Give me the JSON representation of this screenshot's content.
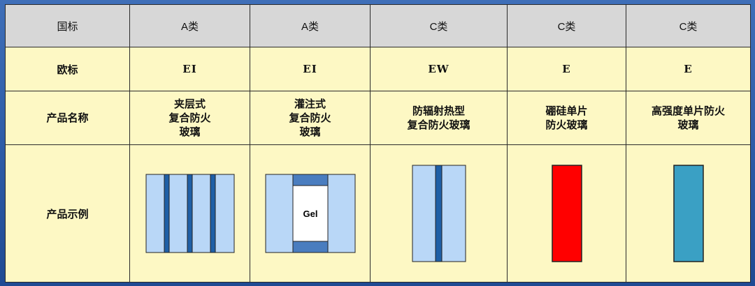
{
  "table": {
    "headers": [
      "国标",
      "A类",
      "A类",
      "C类",
      "C类",
      "C类"
    ],
    "rows": {
      "standard": {
        "label": "欧标",
        "values": [
          "EI",
          "EI",
          "EW",
          "E",
          "E"
        ]
      },
      "product_name": {
        "label": "产品名称",
        "values": [
          "夹层式\n复合防火\n玻璃",
          "灌注式\n复合防火\n玻璃",
          "防辐射热型\n复合防火玻璃",
          "硼硅单片\n防火玻璃",
          "高强度单片防火\n玻璃"
        ]
      },
      "sample": {
        "label": "产品示例",
        "gel_label": "Gel",
        "icons": [
          "laminated-glass-icon",
          "gel-filled-glass-icon",
          "radiation-shield-glass-icon",
          "borosilicate-glass-icon",
          "high-strength-glass-icon"
        ]
      }
    }
  },
  "colors": {
    "header_bg": "#d7d7d7",
    "body_bg": "#fdf8c4",
    "glass_light": "#b9d7f7",
    "interlayer": "#1f5fa6",
    "gel_fill": "#ffffff",
    "gel_caps": "#4a7dbf",
    "borosilicate": "#ff0000",
    "high_strength": "#3aa0c4"
  }
}
